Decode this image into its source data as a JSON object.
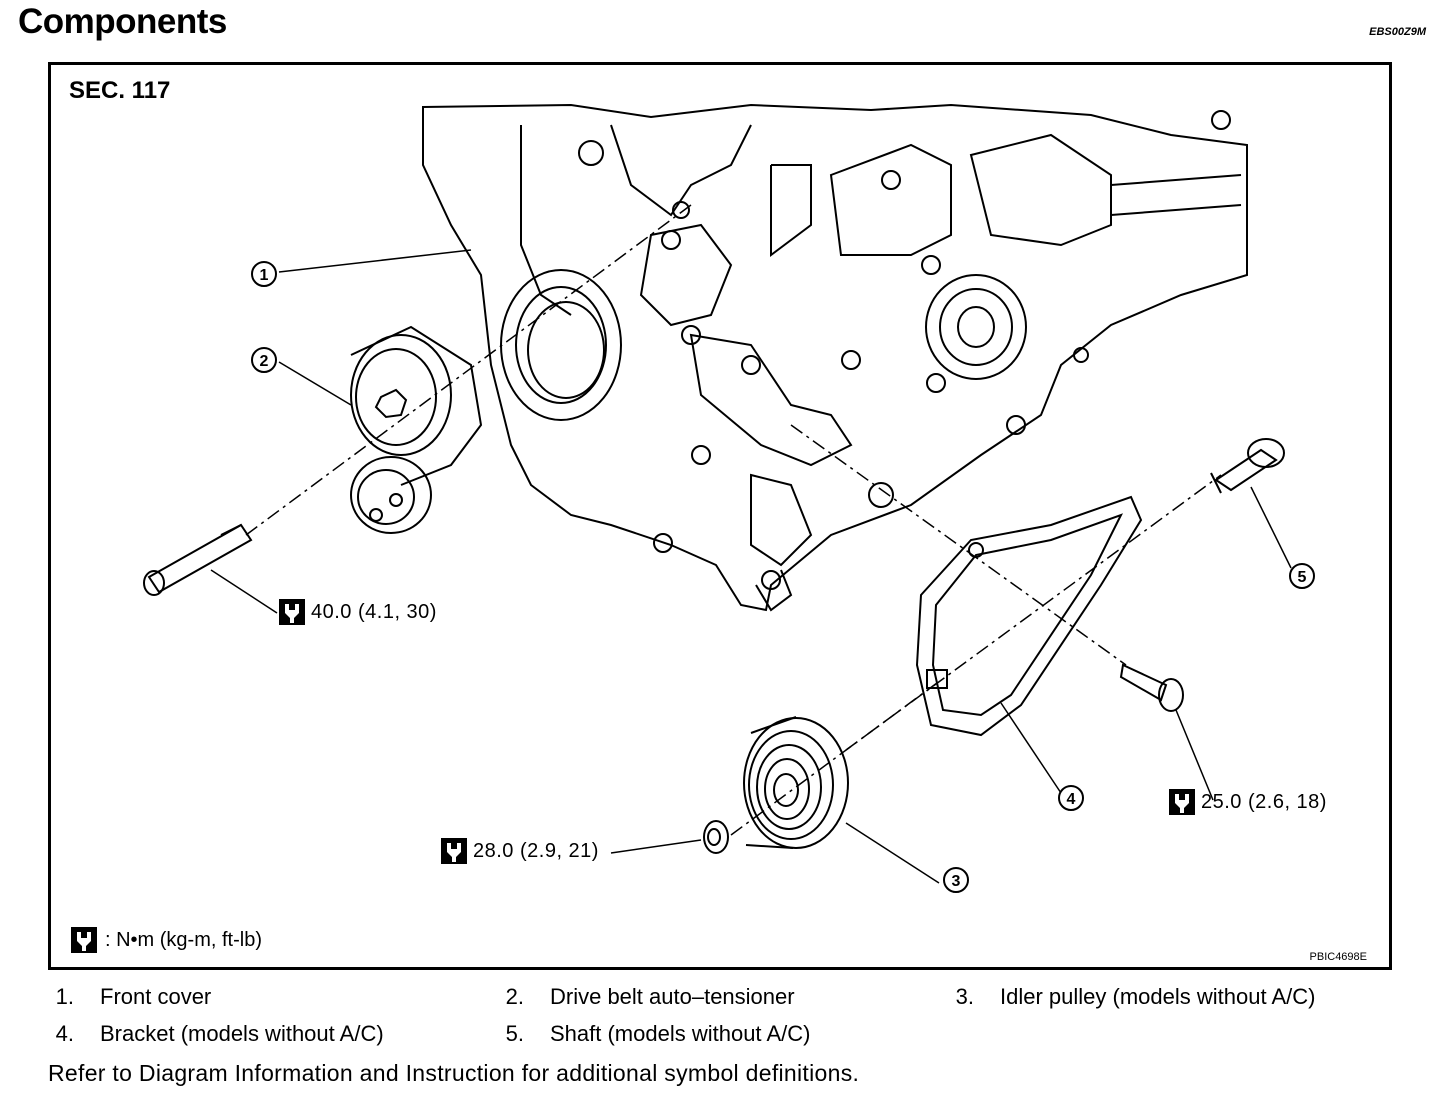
{
  "title": "Components",
  "doc_id": "EBS00Z9M",
  "diagram": {
    "section": "SEC. 117",
    "figure_code": "PBIC4698E",
    "callouts": [
      "1",
      "2",
      "3",
      "4",
      "5"
    ],
    "torque_specs": [
      {
        "id": "t1",
        "text": "40.0 (4.1, 30)"
      },
      {
        "id": "t2",
        "text": "28.0 (2.9, 21)"
      },
      {
        "id": "t3",
        "text": "25.0 (2.6, 18)"
      }
    ],
    "legend_text": ": N•m (kg-m, ft-lb)"
  },
  "parts": [
    {
      "num": "1.",
      "label": "Front cover"
    },
    {
      "num": "2.",
      "label": "Drive belt auto–tensioner"
    },
    {
      "num": "3.",
      "label": "Idler pulley (models without A/C)"
    },
    {
      "num": "4.",
      "label": "Bracket (models without A/C)"
    },
    {
      "num": "5.",
      "label": "Shaft (models without A/C)"
    }
  ],
  "note": "Refer to Diagram Information and Instruction for additional symbol definitions."
}
